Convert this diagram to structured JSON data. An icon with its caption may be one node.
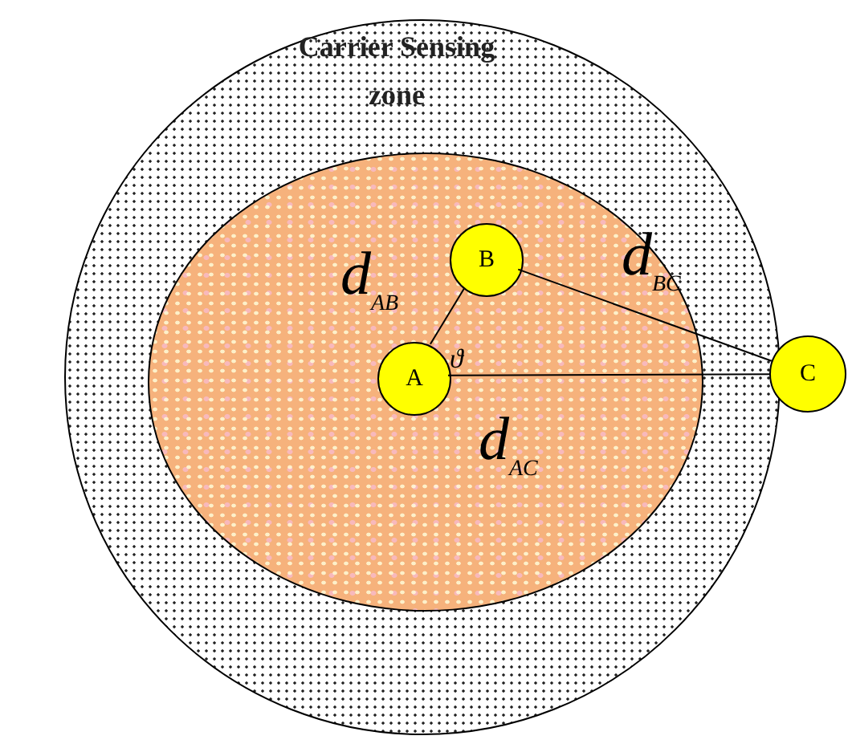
{
  "diagram": {
    "nodes": [
      {
        "text": [
          "Carrier Sensing zone"
        ]
      },
      {
        "text": [],
        "shape": "circle",
        "in": 0
      },
      {
        "text": [
          "A"
        ],
        "in": 1
      },
      {
        "text": [
          "B"
        ],
        "in": 1
      },
      {
        "text": [
          "C"
        ]
      }
    ],
    "edges": [
      {
        "from": 2,
        "to": 3,
        "arrow": "none",
        "label": "d$_{AB}$"
      },
      {
        "from": 3,
        "to": 4,
        "arrow": "none",
        "label": "d$_{BC}$"
      },
      {
        "from": 2,
        "to": 4,
        "arrow": "none",
        "label": "d$_{AC}$"
      }
    ],
    "labels": [
      "ϑ"
    ]
  }
}
